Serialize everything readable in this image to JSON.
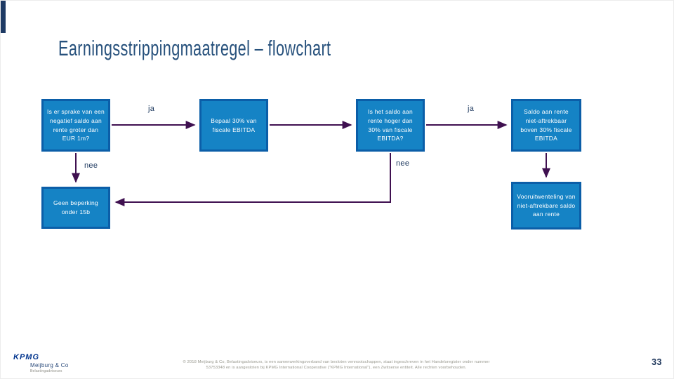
{
  "slide": {
    "title": "Earningsstrippingmaatregel – flowchart"
  },
  "flowchart": {
    "boxes": [
      {
        "id": "question-negative-balance",
        "label": "Is er sprake van een negatief saldo aan rente groter dan EUR 1m?"
      },
      {
        "id": "determine-ebitda",
        "label": "Bepaal 30% van fiscale EBITDA"
      },
      {
        "id": "question-balance-higher",
        "label": "Is het saldo aan rente hoger dan 30% van fiscale EBITDA?"
      },
      {
        "id": "result-not-deductible",
        "label": "Saldo aan rente niet-aftrekbaar boven 30% fiscale EBITDA"
      },
      {
        "id": "result-no-limitation",
        "label": "Geen beperking onder 15b"
      },
      {
        "id": "result-carry-forward",
        "label": "Vooruitwenteling van niet-aftrekbare saldo aan rente"
      }
    ],
    "edge_labels": {
      "ja1": "ja",
      "ja2": "ja",
      "nee1": "nee",
      "nee2": "nee"
    }
  },
  "footer": {
    "logo": {
      "brand": "KPMG",
      "firm": "Meijburg & Co",
      "tagline": "Belastingadviseurs"
    },
    "disclaimer_line1": "© 2018 Meijburg & Co, Belastingadviseurs, is een samenwerkingsverband van besloten vennootschappen, staat ingeschreven in het Handelsregister onder nummer",
    "disclaimer_line2": "53753348 en is aangesloten bij KPMG International Cooperative (\"KPMG International\"), een Zwitserse entiteit. Alle rechten voorbehouden.",
    "page_number": "33"
  },
  "colors": {
    "box_fill": "#1583c5",
    "box_border": "#0b5ea8",
    "arrow": "#3f1050",
    "title_text": "#27517c",
    "edge_label_text": "#1f3a60",
    "kpmg_blue": "#00338d",
    "accent_bar": "#1e3a64"
  }
}
